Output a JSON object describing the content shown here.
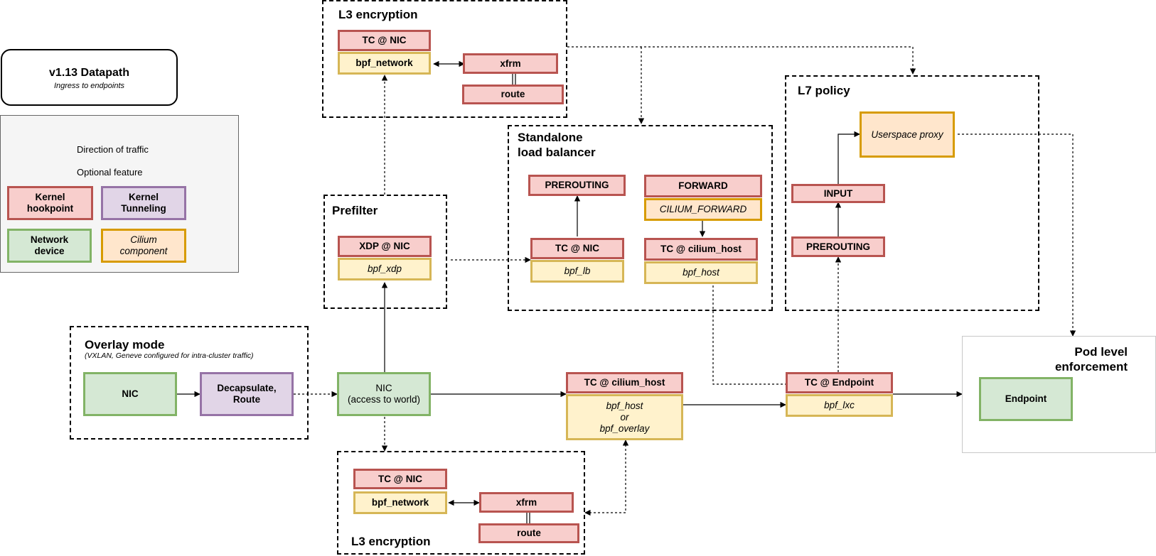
{
  "title_box": {
    "title": "v1.13 Datapath",
    "subtitle": "Ingress to endpoints"
  },
  "legend": {
    "direction": "Direction of traffic",
    "optional": "Optional feature",
    "swatches": {
      "kernel_hookpoint": "Kernel\nhookpoint",
      "kernel_tunneling": "Kernel\nTunneling",
      "network_device": "Network\ndevice",
      "cilium_component": "Cilium\ncomponent"
    }
  },
  "regions": {
    "l3_top": {
      "title": "L3 encryption",
      "nodes": {
        "tc_nic": "TC @ NIC",
        "bpf_network": "bpf_network",
        "xfrm": "xfrm",
        "route": "route"
      }
    },
    "prefilter": {
      "title": "Prefilter",
      "nodes": {
        "xdp_nic": "XDP @ NIC",
        "bpf_xdp": "bpf_xdp"
      }
    },
    "lb": {
      "title": "Standalone\nload balancer",
      "nodes": {
        "prerouting": "PREROUTING",
        "tc_nic": "TC @ NIC",
        "bpf_lb": "bpf_lb",
        "forward": "FORWARD",
        "cilium_forward": "CILIUM_FORWARD",
        "tc_cilium_host": "TC @ cilium_host",
        "bpf_host": "bpf_host"
      }
    },
    "l7": {
      "title": "L7 policy",
      "nodes": {
        "proxy": "Userspace proxy",
        "input": "INPUT",
        "prerouting": "PREROUTING"
      }
    },
    "overlay": {
      "title": "Overlay mode",
      "subtitle": "(VXLAN, Geneve configured for intra-cluster traffic)",
      "nodes": {
        "nic": "NIC",
        "decap": "Decapsulate,\nRoute"
      }
    },
    "l3_bottom": {
      "title": "L3 encryption",
      "nodes": {
        "tc_nic": "TC @ NIC",
        "bpf_network": "bpf_network",
        "xfrm": "xfrm",
        "route": "route"
      }
    },
    "pod": {
      "title": "Pod level\nenforcement",
      "nodes": {
        "endpoint": "Endpoint"
      }
    }
  },
  "main": {
    "nic_world": "NIC\n(access to world)",
    "tc_cilium_host": "TC @ cilium_host",
    "bpf_host_overlay": "bpf_host\nor\nbpf_overlay",
    "tc_endpoint": "TC @ Endpoint",
    "bpf_lxc": "bpf_lxc"
  },
  "colors": {
    "kernel_fill": "#f8cecc",
    "kernel_stroke": "#b85450",
    "cilium_fill": "#fff2cc",
    "cilium_stroke": "#d6b656",
    "network_fill": "#d5e8d4",
    "network_stroke": "#82b366",
    "tunnel_fill": "#e1d5e7",
    "tunnel_stroke": "#9673a6",
    "proxy_fill": "#ffe6cc",
    "proxy_stroke": "#d79b00",
    "legend_bg": "#f5f5f5"
  }
}
